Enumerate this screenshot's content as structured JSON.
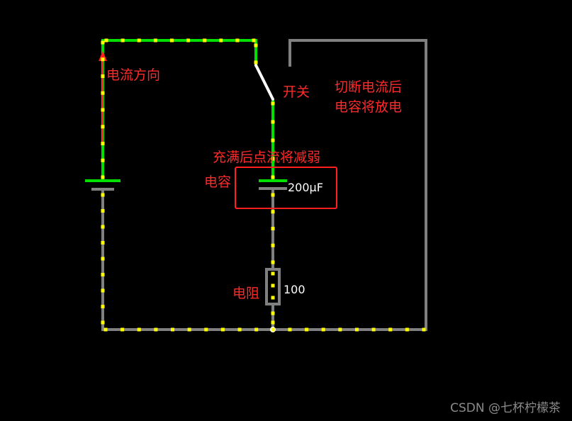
{
  "labels": {
    "current_direction": "电流方向",
    "switch": "开关",
    "cutoff_line1": "切断电流后",
    "cutoff_line2": "电容将放电",
    "charge_note": "充满后点流将减弱",
    "capacitor": "电容",
    "capacitance": "200μF",
    "resistor": "电阻",
    "resistance": "100"
  },
  "watermark": "CSDN @七杯柠檬茶",
  "colors": {
    "active_wire": "#00e000",
    "inactive_wire": "#808080",
    "charge_dot": "#ffff00",
    "arrow": "#ff2020",
    "label_text": "#ff2a2a",
    "value_text": "#ffffff",
    "highlight_box": "#ff2020",
    "background": "#000000"
  }
}
